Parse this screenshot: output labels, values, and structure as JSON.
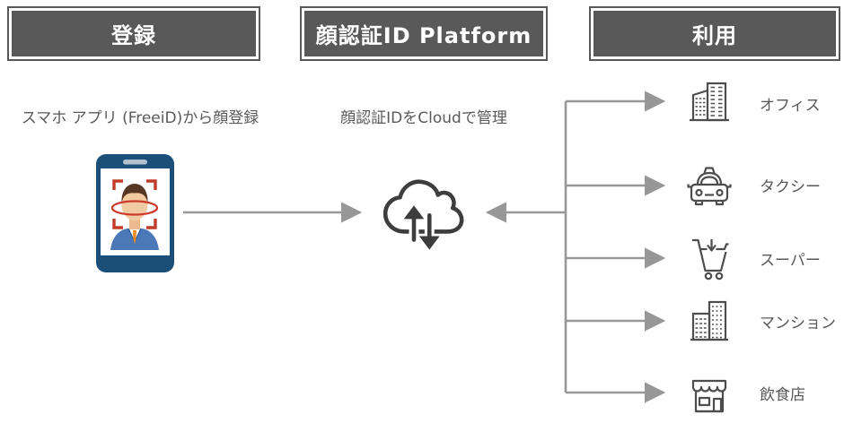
{
  "diagram": {
    "headers": [
      {
        "label": "登録"
      },
      {
        "label": "顔認証ID Platform"
      },
      {
        "label": "利用"
      }
    ],
    "captions": {
      "registration": "スマホ アプリ (FreeiD)から顔登録",
      "platform": "顔認証IDをCloudで管理"
    },
    "usage_items": [
      {
        "icon": "office-building-icon",
        "label": "オフィス"
      },
      {
        "icon": "taxi-icon",
        "label": "タクシー"
      },
      {
        "icon": "shopping-cart-icon",
        "label": "スーパー"
      },
      {
        "icon": "apartment-building-icon",
        "label": "マンション"
      },
      {
        "icon": "storefront-icon",
        "label": "飲食店"
      }
    ],
    "icons": {
      "left": "smartphone-face-scan-icon",
      "center": "cloud-sync-icon"
    },
    "colors": {
      "header_bg": "#595959",
      "header_text": "#ffffff",
      "body_text": "#595959",
      "arrow": "#979797",
      "icon_stroke": "#4d4d4d",
      "cloud_stroke": "#3d3d3d",
      "phone_body": "#1b4e78",
      "scan_frame_red": "#c23b2a",
      "suit_blue": "#4b79b7",
      "tie_orange": "#ef8a1e"
    }
  }
}
